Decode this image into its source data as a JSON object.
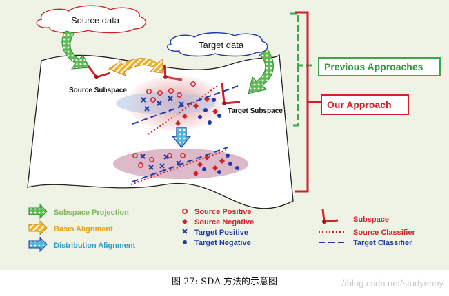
{
  "labels": {
    "source_data": "Source data",
    "target_data": "Target data",
    "source_subspace": "Source Subspace",
    "target_subspace": "Target Subspace",
    "previous_approaches": "Previous Approaches",
    "our_approach": "Our Approach"
  },
  "legend": {
    "subspace_projection": "Subspace Projection",
    "basis_alignment": "Basis Alignment",
    "distribution_alignment": "Distribution Alignment",
    "source_positive": "Source Positive",
    "source_negative": "Source Negative",
    "target_positive": "Target Positive",
    "target_negative": "Target Negative",
    "subspace": "Subspace",
    "source_classifier": "Source Classifier",
    "target_classifier": "Target Classifier"
  },
  "caption": "图 27: SDA 方法的示意图",
  "watermark": "//blog.csdn.net/studyeboy",
  "colors": {
    "green": "#3aa84a",
    "red": "#d0202a",
    "orange": "#e3a21a",
    "blue": "#1d3aa8",
    "teal": "#33a6c8",
    "light_green_text": "#7fb85a",
    "orange_text": "#e3a21a",
    "teal_text": "#2aa0c8",
    "background": "#eef3e6"
  }
}
